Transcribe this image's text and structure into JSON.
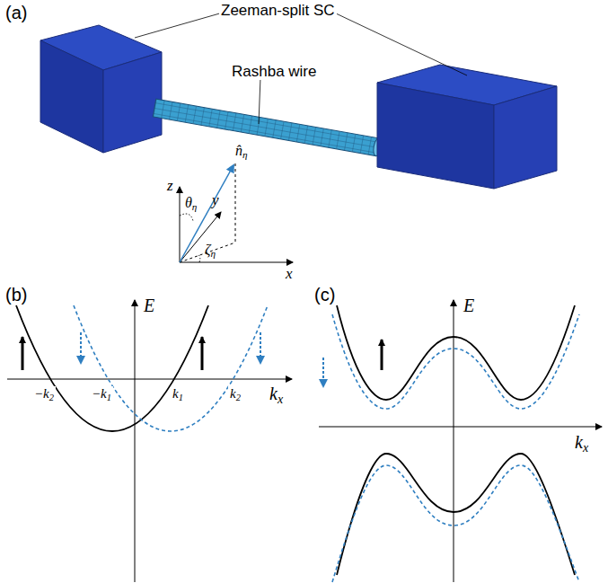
{
  "diagram": {
    "labels": [
      "(a)",
      "Zeeman-split SC",
      "Rashba wire",
      "z",
      "θη",
      "n̂η",
      "y",
      "ζη",
      "x",
      "(b)",
      "E",
      "kx",
      "−k2",
      "−k1",
      "k1",
      "k2",
      "(c)",
      "E",
      "kx"
    ]
  }
}
